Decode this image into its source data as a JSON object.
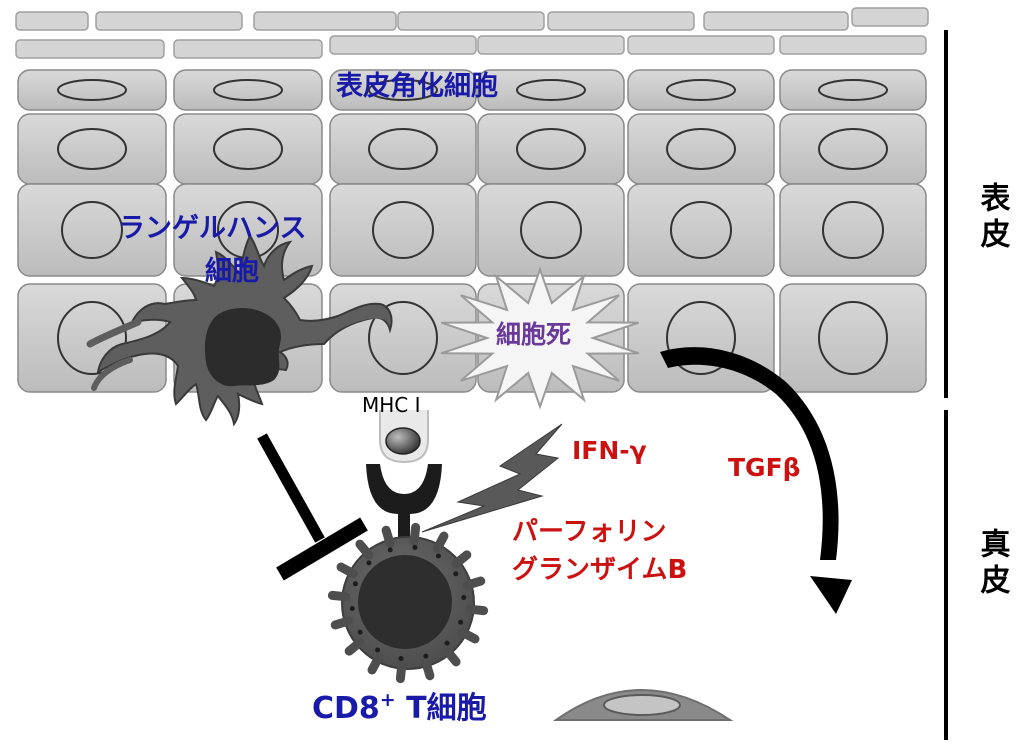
{
  "labels": {
    "keratinocyte": "表皮角化細胞",
    "langerhans_line1": "ランゲルハンス",
    "langerhans_line2": "細胞",
    "cell_death": "細胞死",
    "mhc": "MHC I",
    "ifn": "IFN-γ",
    "tgf": "TGFβ",
    "perforin_line1": "パーフォリン",
    "perforin_line2": "グランザイムB",
    "cd8_prefix": "CD8",
    "cd8_sup": "+",
    "cd8_suffix": " T細胞",
    "epidermis": "表皮",
    "dermis": "真皮"
  },
  "colors": {
    "blue_label": "#1a1aa8",
    "red_label": "#cc1111",
    "purple_label": "#6a3a9a",
    "cell_fill": "#c9c9c9",
    "cell_stroke": "#8a8a8a",
    "langerhans": "#5e5e5e",
    "tcell": "#595959",
    "black": "#000000"
  }
}
